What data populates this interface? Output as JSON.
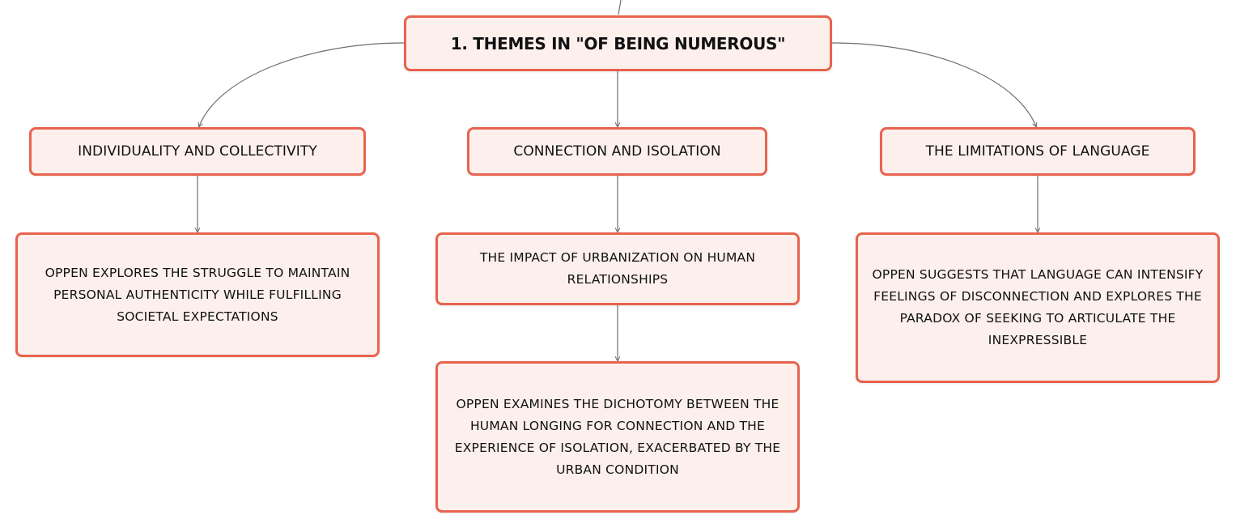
{
  "root": {
    "label": "1. THEMES IN \"OF BEING NUMEROUS\""
  },
  "themes": [
    {
      "label": "INDIVIDUALITY AND COLLECTIVITY",
      "details": [
        "OPPEN EXPLORES THE STRUGGLE TO MAINTAIN PERSONAL AUTHENTICITY WHILE FULFILLING SOCIETAL EXPECTATIONS"
      ]
    },
    {
      "label": "CONNECTION AND ISOLATION",
      "details": [
        "THE IMPACT OF URBANIZATION ON HUMAN RELATIONSHIPS",
        "OPPEN EXAMINES THE DICHOTOMY BETWEEN THE HUMAN LONGING FOR CONNECTION AND THE EXPERIENCE OF ISOLATION, EXACERBATED BY THE URBAN CONDITION"
      ]
    },
    {
      "label": "THE LIMITATIONS OF LANGUAGE",
      "details": [
        "OPPEN SUGGESTS THAT LANGUAGE CAN INTENSIFY FEELINGS OF DISCONNECTION AND EXPLORES THE PARADOX OF SEEKING TO ARTICULATE THE INEXPRESSIBLE"
      ]
    }
  ],
  "colors": {
    "node_fill": "#fdf0ec",
    "node_border": "#e8634f",
    "connector": "#6e6e6e",
    "text": "#111111"
  }
}
